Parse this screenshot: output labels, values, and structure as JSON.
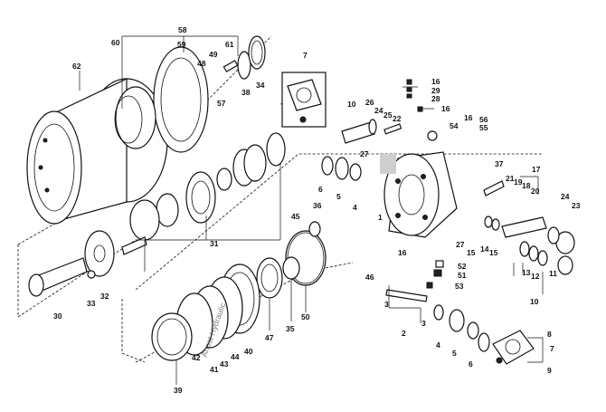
{
  "diagram": {
    "labels": [
      "58",
      "60",
      "59",
      "61",
      "62",
      "48",
      "49",
      "57",
      "38",
      "34",
      "7",
      "16",
      "29",
      "28",
      "16",
      "10",
      "26",
      "24",
      "25",
      "22",
      "54",
      "16",
      "56",
      "55",
      "27",
      "6",
      "5",
      "4",
      "37",
      "21",
      "19",
      "18",
      "20",
      "17",
      "36",
      "45",
      "1",
      "24",
      "23",
      "31",
      "27",
      "16",
      "14",
      "15",
      "15",
      "13",
      "12",
      "11",
      "10",
      "52",
      "51",
      "53",
      "46",
      "3",
      "2",
      "3",
      "30",
      "33",
      "32",
      "50",
      "35",
      "47",
      "40",
      "44",
      "43",
      "41",
      "42",
      "39",
      "4",
      "5",
      "6",
      "8",
      "7",
      "9"
    ],
    "callout_icons": [
      "dot-marker"
    ],
    "watermark": "Ahost Hydraulic"
  }
}
